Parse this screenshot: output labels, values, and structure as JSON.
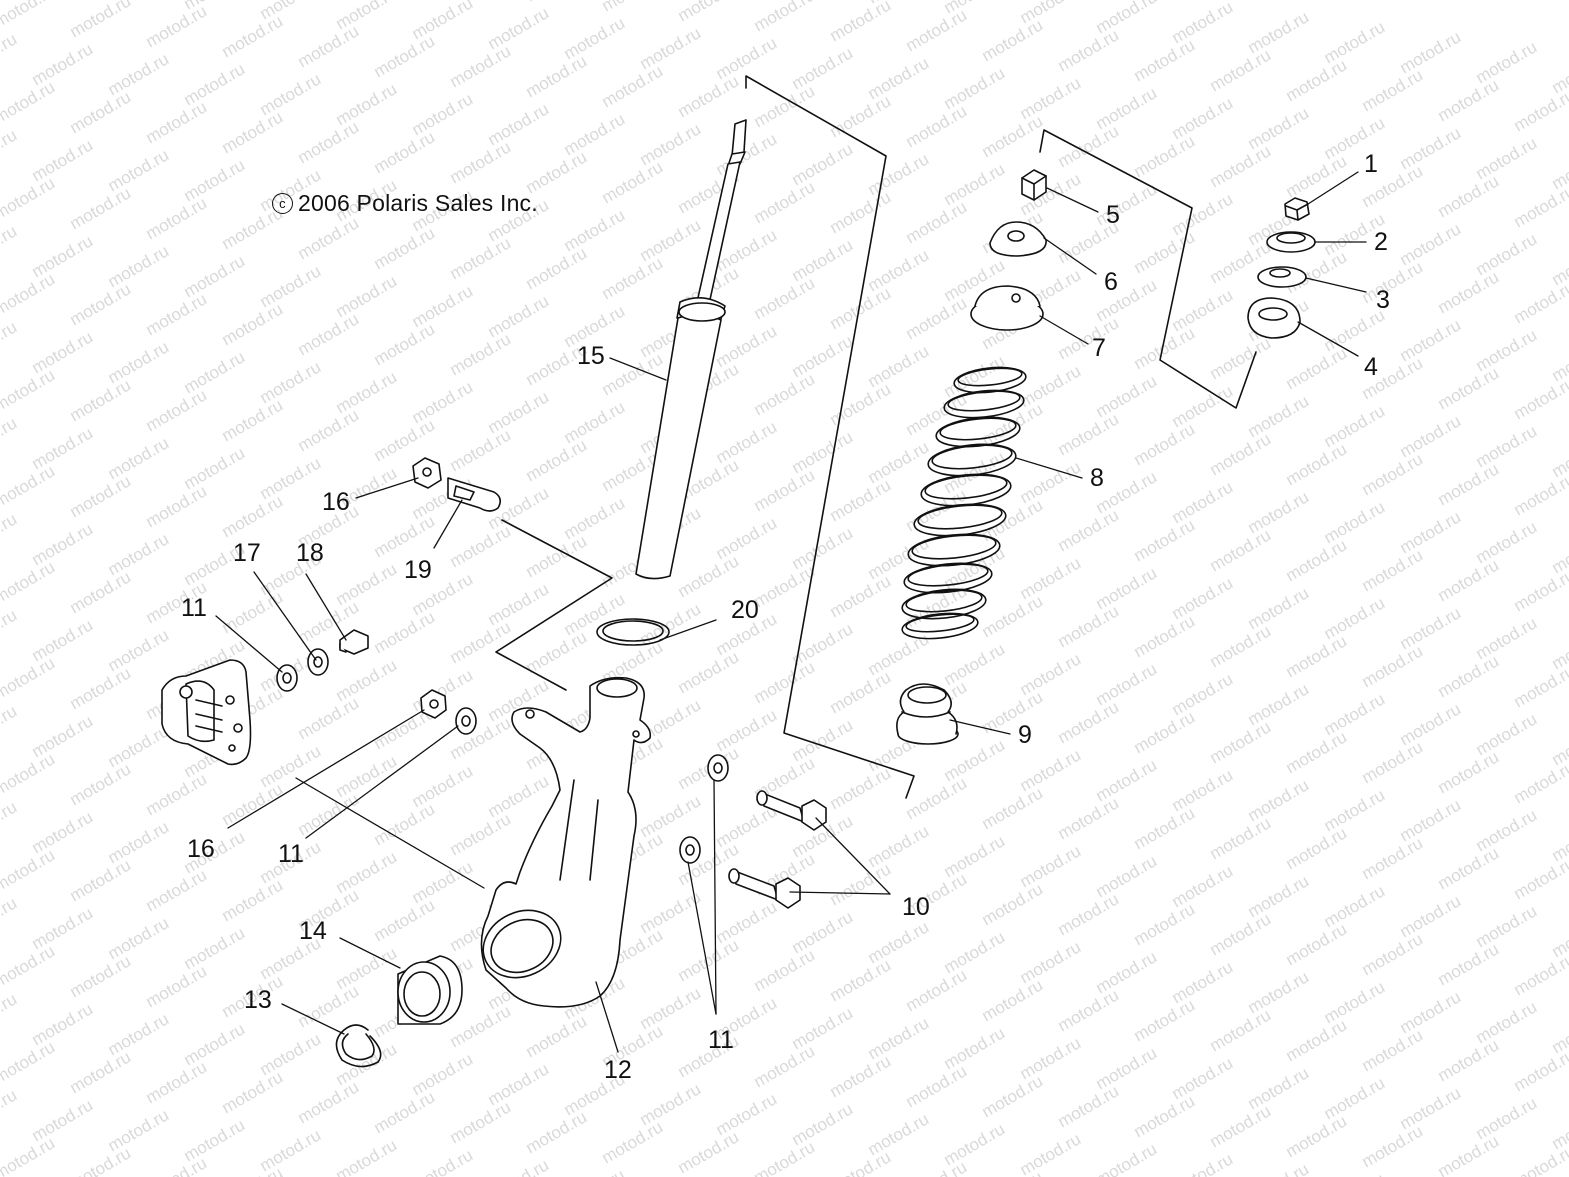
{
  "watermark": {
    "text": "motod.ru",
    "color": "#d9d9d9"
  },
  "copyright": {
    "symbol": "c",
    "text": "2006 Polaris Sales Inc."
  },
  "callouts": [
    {
      "id": "c1",
      "label": "1"
    },
    {
      "id": "c2",
      "label": "2"
    },
    {
      "id": "c3",
      "label": "3"
    },
    {
      "id": "c4",
      "label": "4"
    },
    {
      "id": "c5",
      "label": "5"
    },
    {
      "id": "c6",
      "label": "6"
    },
    {
      "id": "c7",
      "label": "7"
    },
    {
      "id": "c8",
      "label": "8"
    },
    {
      "id": "c9",
      "label": "9"
    },
    {
      "id": "c10",
      "label": "10"
    },
    {
      "id": "c11a",
      "label": "11"
    },
    {
      "id": "c11b",
      "label": "11"
    },
    {
      "id": "c11c",
      "label": "11"
    },
    {
      "id": "c12",
      "label": "12"
    },
    {
      "id": "c13",
      "label": "13"
    },
    {
      "id": "c14",
      "label": "14"
    },
    {
      "id": "c15",
      "label": "15"
    },
    {
      "id": "c16a",
      "label": "16"
    },
    {
      "id": "c16b",
      "label": "16"
    },
    {
      "id": "c17",
      "label": "17"
    },
    {
      "id": "c18",
      "label": "18"
    },
    {
      "id": "c19",
      "label": "19"
    },
    {
      "id": "c20",
      "label": "20"
    }
  ]
}
